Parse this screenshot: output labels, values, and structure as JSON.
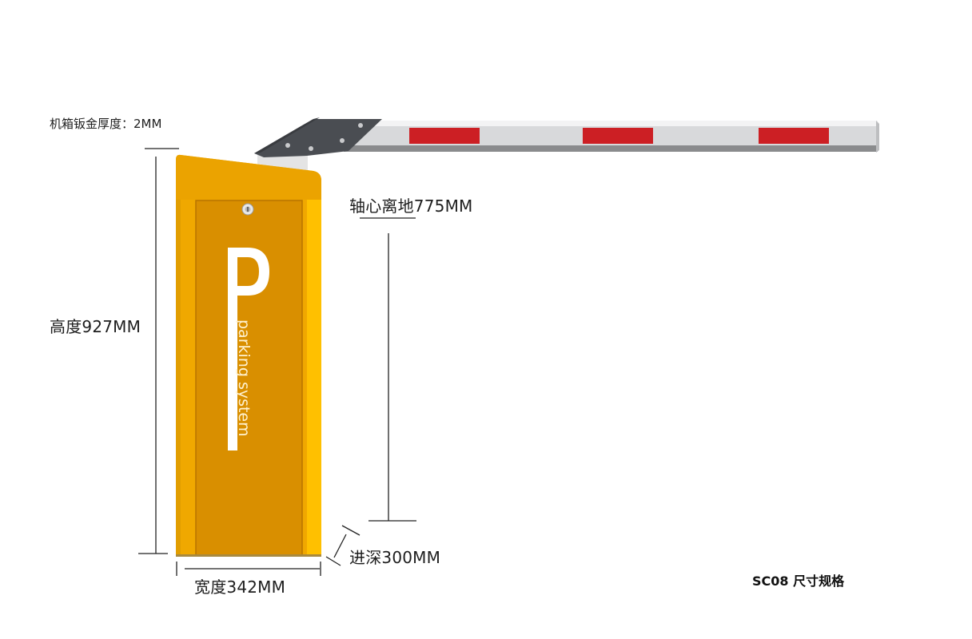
{
  "diagram": {
    "title": "SC08 尺寸规格",
    "model": "SC08",
    "product": {
      "type": "parking barrier gate",
      "cabinet_logo_letter": "P",
      "cabinet_text": "parking system",
      "boom_stripes": 3
    },
    "annotations": {
      "sheet_thickness": "机箱钣金厚度：2MM",
      "height": "高度927MM",
      "axis_height": "轴心离地775MM",
      "depth": "进深300MM",
      "width": "宽度342MM"
    },
    "colors": {
      "cabinet_main": "#D98F00",
      "cabinet_side": "#F0A800",
      "cabinet_highlight": "#FFC000",
      "boom_body": "#D9DADC",
      "boom_shadow": "#8A8B8D",
      "boom_stripe": "#CC1F24",
      "bracket": "#4A4D52",
      "dimension_line": "#222222"
    }
  }
}
